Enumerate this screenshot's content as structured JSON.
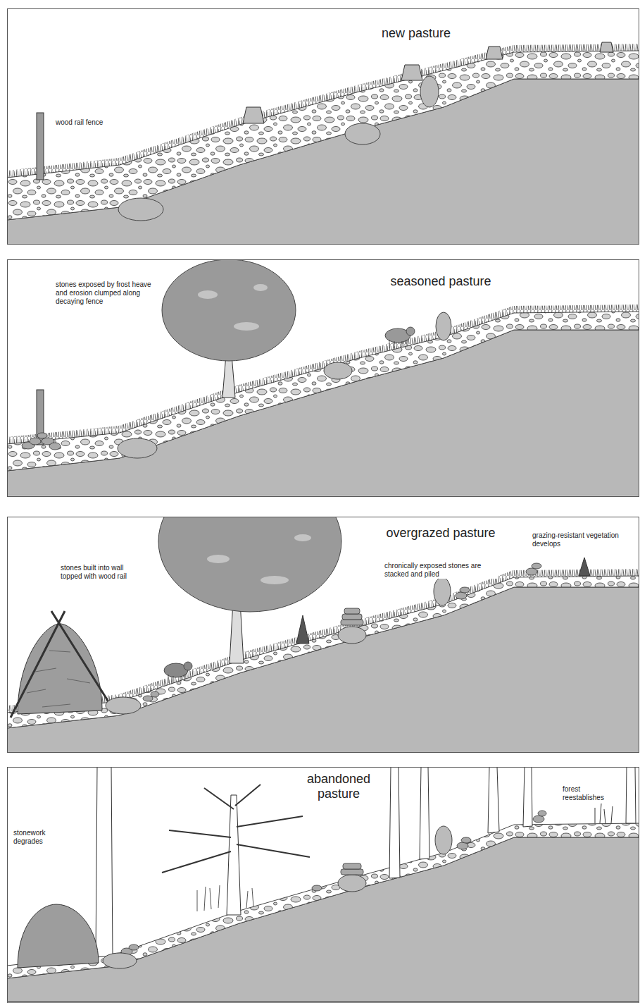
{
  "diagram": {
    "nodes": [
      {
        "text": [
          "new pasture"
        ]
      },
      {
        "text": [
          "seasoned pasture"
        ]
      },
      {
        "text": [
          "overgrazed pasture"
        ]
      },
      {
        "text": [
          "abandoned pasture"
        ]
      }
    ],
    "labels": [
      "wood rail fence",
      "stones exposed by frost heave and erosion clumped along decaying fence",
      "stones built into wall topped with wood rail",
      "chronically exposed stones are stacked and piled",
      "grazing-resistant vegetation develops",
      "stonework degrades",
      "forest reestablishes"
    ]
  }
}
